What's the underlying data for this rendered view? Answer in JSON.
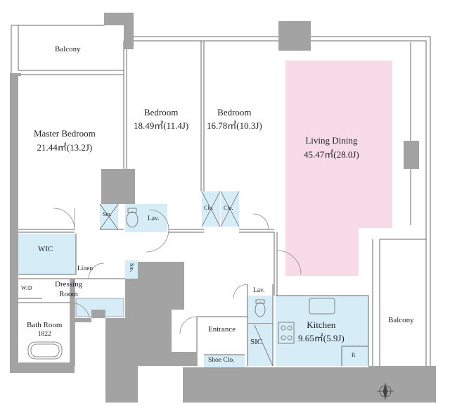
{
  "rooms": {
    "balcony_top": "Balcony",
    "master_bedroom": {
      "name": "Master Bedroom",
      "area": "21.44㎡(13.2J)"
    },
    "bedroom1": {
      "name": "Bedroom",
      "area": "18.49㎡(11.4J)"
    },
    "bedroom2": {
      "name": "Bedroom",
      "area": "16.78㎡(10.3J)"
    },
    "living_dining": {
      "name": "Living Dining",
      "area": "45.47㎡(28.0J)"
    },
    "kitchen": {
      "name": "Kitchen",
      "area": "9.65㎡(5.9J)"
    },
    "balcony_right": "Balcony",
    "wic": "WIC",
    "linen": "Linen",
    "dressing_room": {
      "line1": "Dressing",
      "line2": "Room"
    },
    "wd": "W/D",
    "bath_room": {
      "name": "Bath Room",
      "size": "1822"
    },
    "entrance": "Entrance",
    "sic": "SIC",
    "shoe_clo": "Shoe Clo.",
    "lav1": "Lav.",
    "lav2": "Lav.",
    "sto1": "Sto.",
    "sto2": "Sto.",
    "clo1": "Clo.",
    "clo2": "Clo.",
    "refrig": "R"
  },
  "colors": {
    "wall": "#a3a3a3",
    "living_fill": "#f7dce7",
    "wet_fill": "#d6ecf6",
    "line": "#6a6a6a"
  },
  "icons": [
    "compass-icon",
    "door-swing-icon",
    "bathtub-icon",
    "toilet-icon",
    "stove-icon",
    "sink-icon"
  ]
}
